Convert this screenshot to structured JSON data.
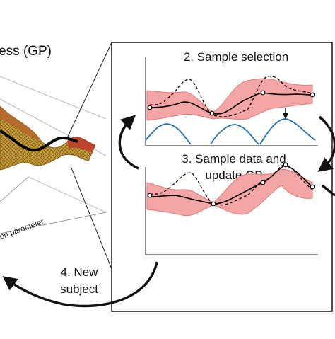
{
  "left_panel": {
    "title_fragment": "ess (GP)",
    "axis_label_fragment": "tion parameter"
  },
  "steps": {
    "sample_selection": "2. Sample selection",
    "sample_update_line1": "3. Sample data and",
    "sample_update_line2": "update GP",
    "new_subject_line1": "4. New",
    "new_subject_line2": "subject"
  },
  "colors": {
    "gp_band": "#f4a6a6",
    "gp_band_edge": "#e07a7a",
    "mean_line": "#000000",
    "acquisition": "#1f6fb5",
    "surface_main": "#c8a23c",
    "surface_red": "#c0392b"
  },
  "icons": {
    "arrow": "curved-arrow-icon",
    "marker": "down-arrow-icon"
  }
}
